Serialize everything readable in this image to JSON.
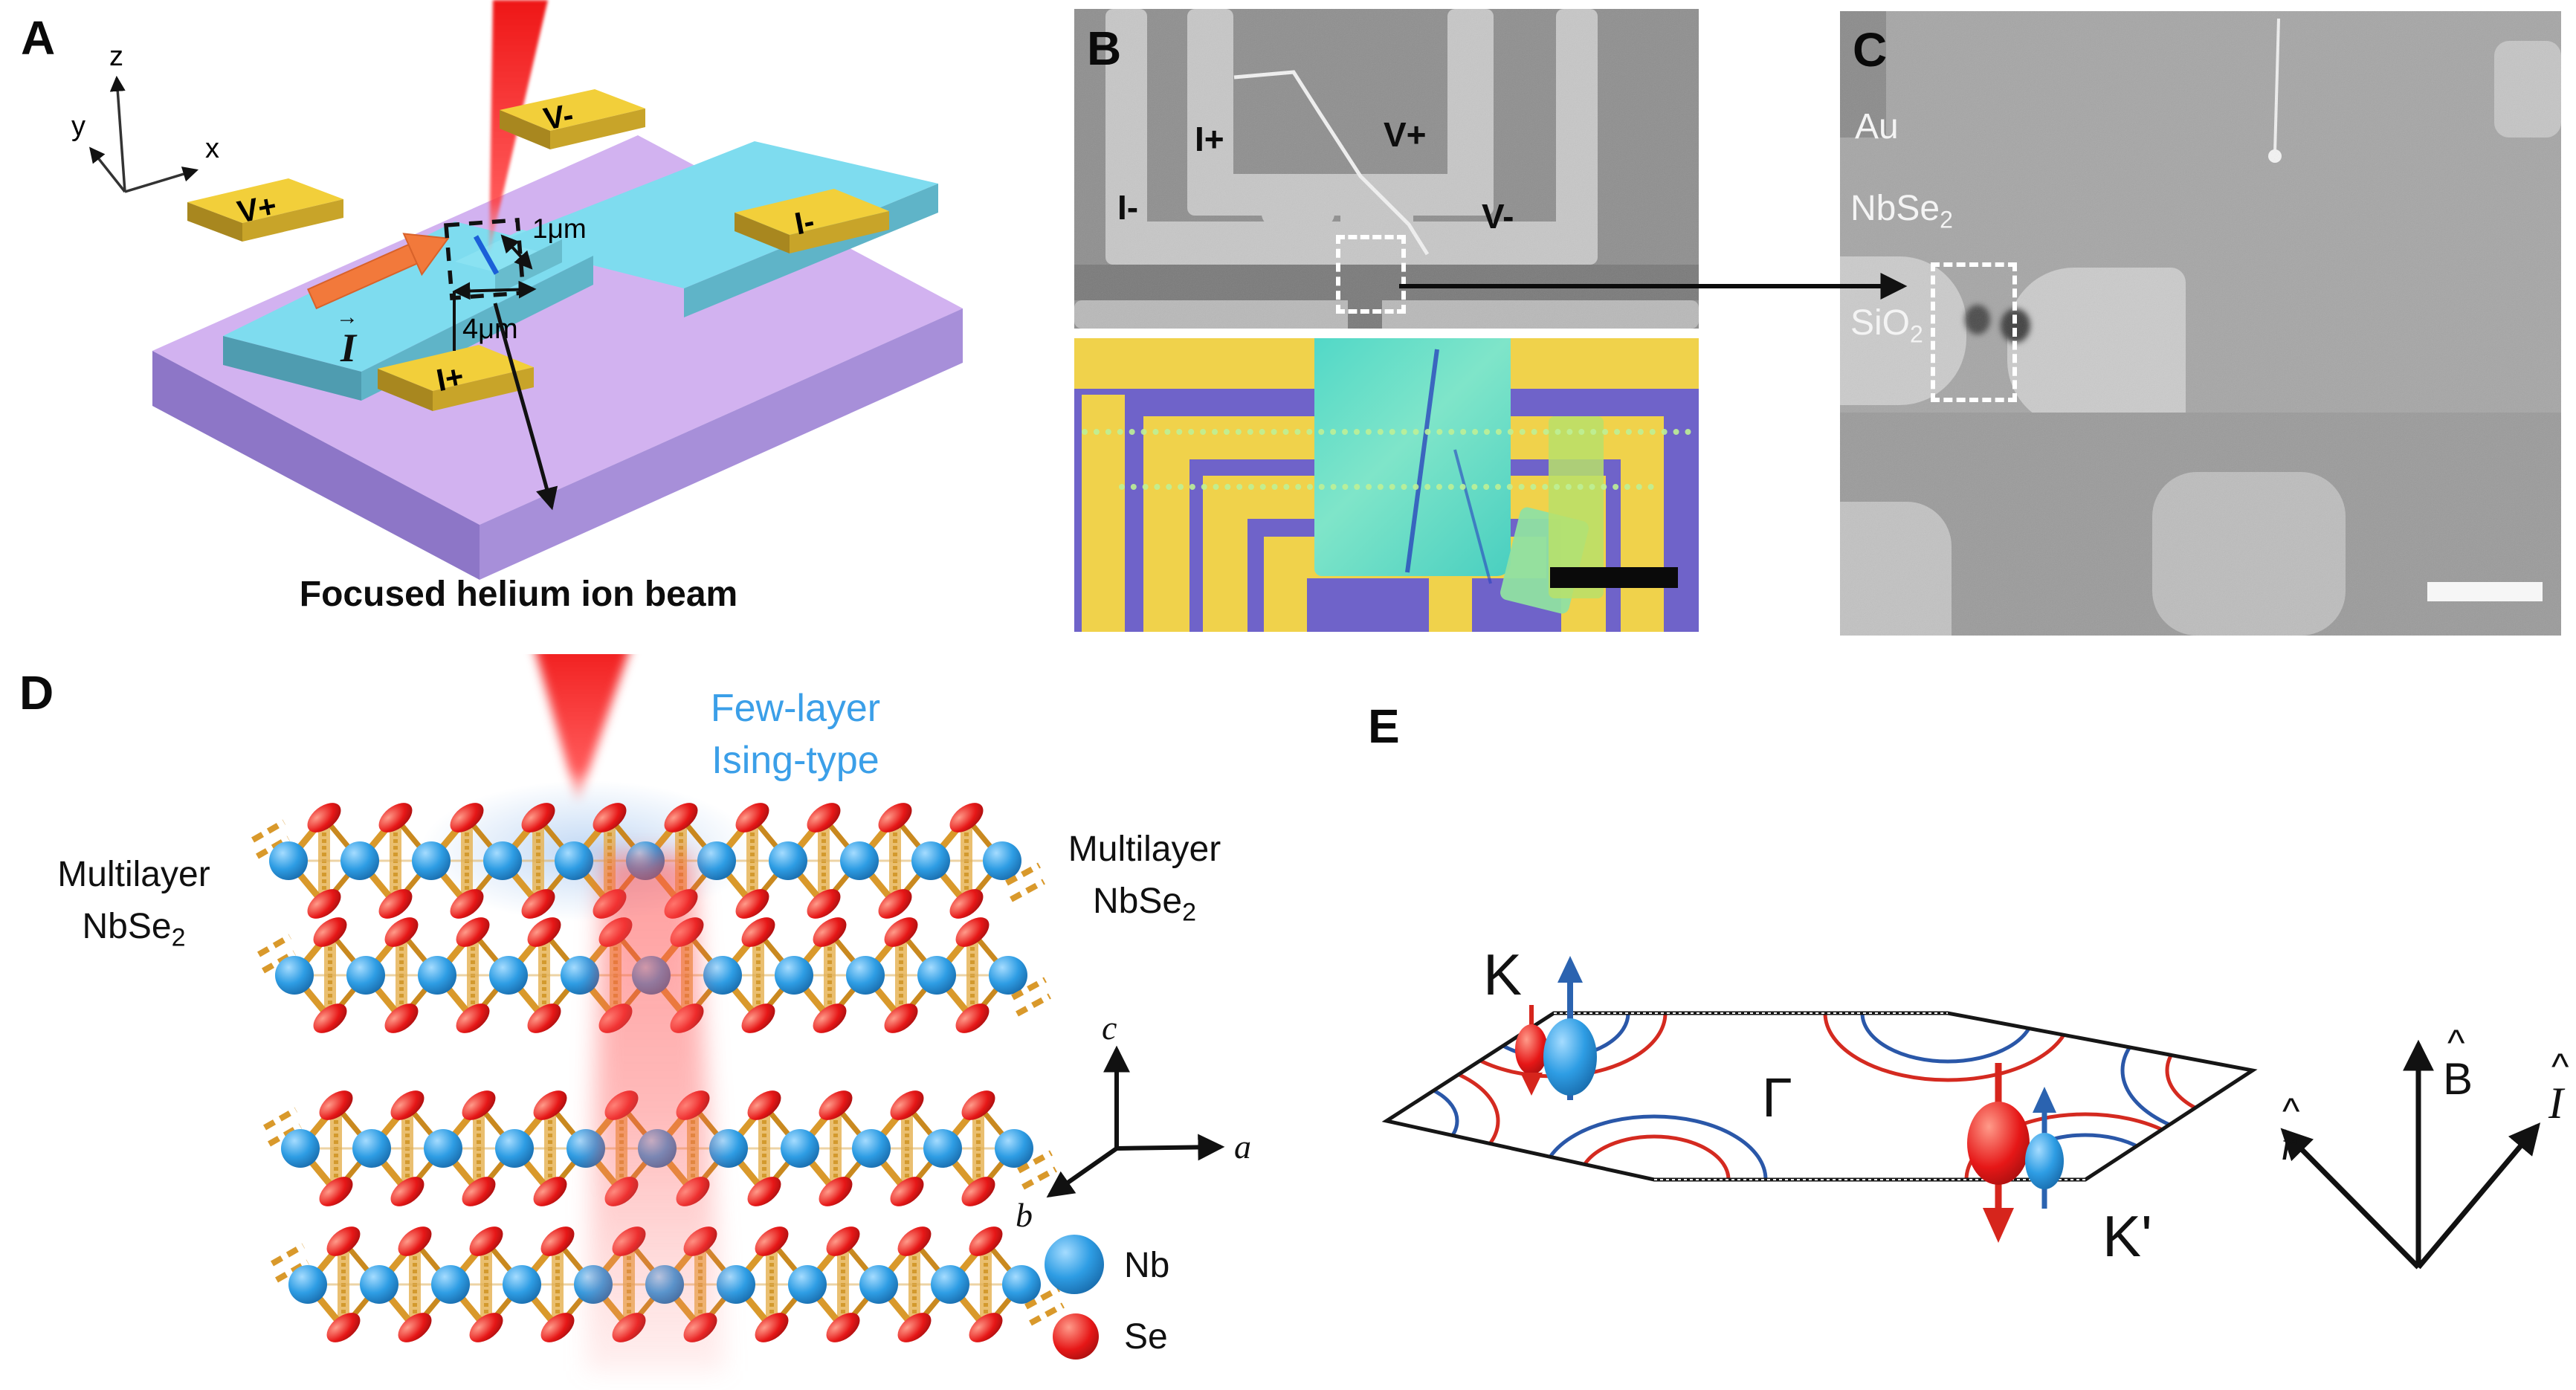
{
  "figure": {
    "panels": {
      "A": {
        "label": "A",
        "axes": {
          "x": "x",
          "y": "y",
          "z": "z"
        },
        "electrodes": {
          "v_plus": "V+",
          "v_minus": "V-",
          "i_minus": "I-",
          "i_plus": "I+"
        },
        "current": {
          "letter": "I",
          "vector_mark": "→"
        },
        "dimensions": {
          "channel_width": "1μm",
          "channel_length": "4μm"
        },
        "caption": "Focused helium ion beam"
      },
      "B": {
        "label": "B",
        "electrodes": {
          "i_plus": "I+",
          "v_plus": "V+",
          "i_minus": "I-",
          "v_minus": "V-"
        }
      },
      "C": {
        "label": "C",
        "materials": {
          "gold": "Au",
          "flake": {
            "formula": "NbSe",
            "sub": "2"
          },
          "substrate": {
            "formula": "SiO",
            "sub": "2"
          }
        }
      },
      "D": {
        "label": "D",
        "left_title": {
          "line1": "Multilayer",
          "formula": "NbSe",
          "sub": "2"
        },
        "right_title": {
          "line1": "Multilayer",
          "formula": "NbSe",
          "sub": "2"
        },
        "beam_region": {
          "line1": "Few-layer",
          "line2": "Ising-type"
        },
        "crystal_axes": {
          "a": "a",
          "b": "b",
          "c": "c"
        },
        "legend": {
          "nb": "Nb",
          "se": "Se"
        }
      },
      "E": {
        "label": "E",
        "bz": {
          "gamma": "Γ",
          "k": "K",
          "k_prime": "K'"
        },
        "axes": {
          "b": {
            "hat": "^",
            "letter": "B"
          },
          "r": {
            "hat": "^",
            "letter": "r"
          },
          "i": {
            "hat": "^",
            "letter": "I"
          }
        }
      }
    },
    "colors": {
      "few_layer_text": "#3b9fe8",
      "beam_red": "#e81414",
      "nb_blue": "#2e9de4",
      "se_red": "#e61717",
      "spin_up_blue": "#2b63b0",
      "spin_down_red": "#d6251c",
      "flake_cyan": "#7edcef",
      "substrate_purple": "#c3a8ef",
      "electrode_yellow": "#f2cf3a",
      "current_orange": "#f2793b"
    }
  }
}
